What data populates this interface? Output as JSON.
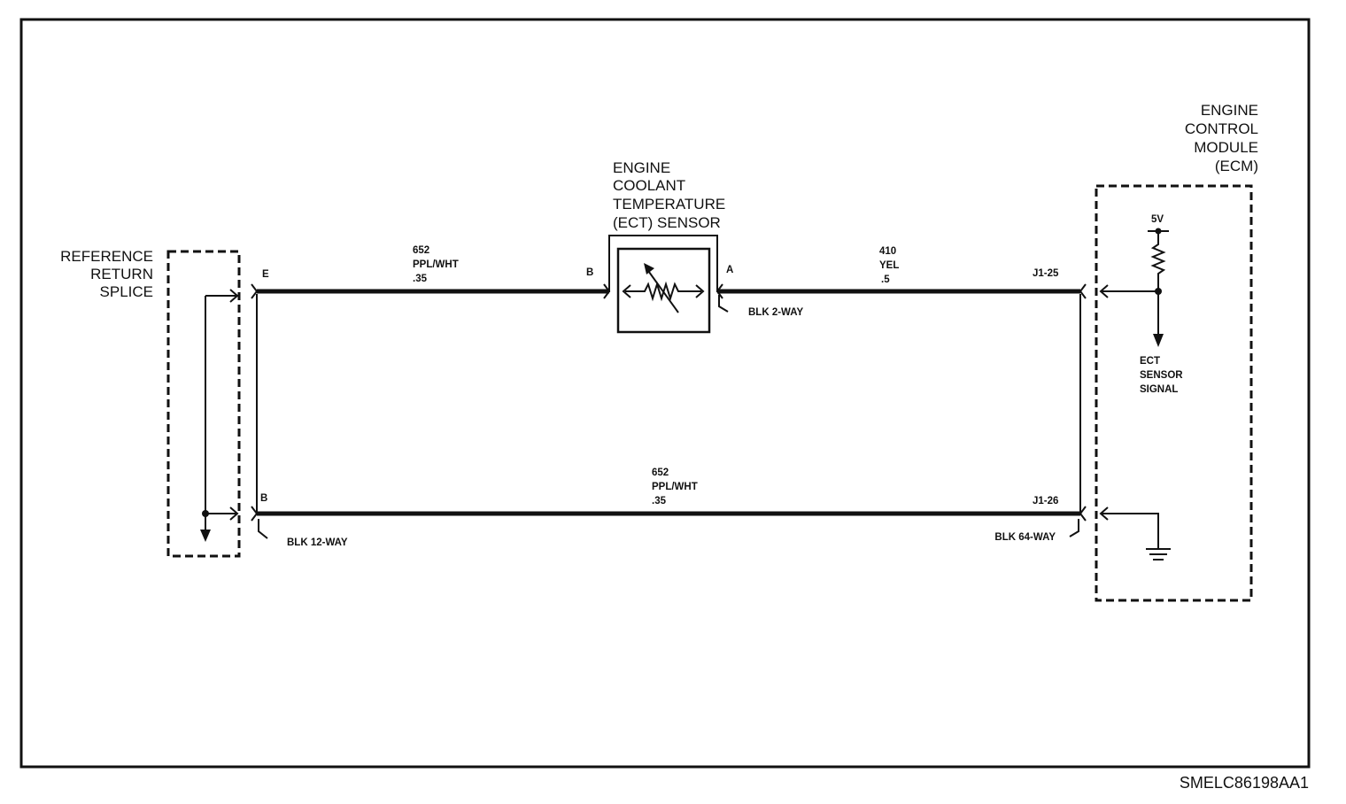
{
  "colors": {
    "ink": "#111111",
    "background": "#ffffff"
  },
  "reference_return_splice": {
    "line1": "REFERENCE",
    "line2": "RETURN",
    "line3": "SPLICE"
  },
  "ect_sensor": {
    "line1": "ENGINE",
    "line2": "COOLANT",
    "line3": "TEMPERATURE",
    "line4": "(ECT) SENSOR",
    "pin_b": "B",
    "pin_a": "A",
    "connector": "BLK 2-WAY"
  },
  "ecm": {
    "line1": "ENGINE",
    "line2": "CONTROL",
    "line3": "MODULE",
    "line4": "(ECM)",
    "supply": "5V",
    "signal_line1": "ECT",
    "signal_line2": "SENSOR",
    "signal_line3": "SIGNAL"
  },
  "wire_top_left": {
    "circuit": "652",
    "color": "PPL/WHT",
    "gauge": ".35"
  },
  "wire_top_right": {
    "circuit": "410",
    "color": "YEL",
    "gauge": ".5"
  },
  "wire_bottom": {
    "circuit": "652",
    "color": "PPL/WHT",
    "gauge": ".35"
  },
  "pins": {
    "splice_top": "E",
    "splice_bottom": "B",
    "ecm_top": "J1-25",
    "ecm_bottom": "J1-26"
  },
  "connectors": {
    "splice": "BLK 12-WAY",
    "ecm": "BLK 64-WAY"
  },
  "diagram_id": "SMELC86198AA1"
}
